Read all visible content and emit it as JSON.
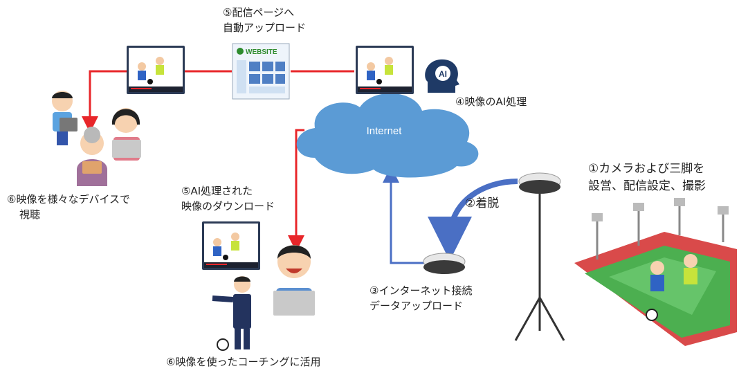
{
  "labels": {
    "step5_page_line1": "⑤配信ページへ",
    "step5_page_line2": "自動アップロード",
    "step4": "④映像のAI処理",
    "step1_line1": "①カメラおよび三脚を",
    "step1_line2": "設営、配信設定、撮影",
    "step2": "②着脱",
    "step3_line1": "③インターネット接続",
    "step3_line2": "データアップロード",
    "step5_dl_line1": "⑤AI処理された",
    "step5_dl_line2": "映像のダウンロード",
    "step6_devices_line1": "⑥映像を様々なデバイスで",
    "step6_devices_line2": "視聴",
    "step6_coaching": "⑥映像を使ったコーチングに活用"
  },
  "cloud": {
    "label": "Internet"
  },
  "website": {
    "logo_text": "WEBSITE"
  },
  "ai_badge": {
    "text": "AI"
  },
  "colors": {
    "red_line": "#e8262a",
    "blue_arrow": "#4a6fc4",
    "cloud": "#5b9bd5"
  },
  "icons": [
    "video-player-icon",
    "website-icon",
    "ai-head-icon",
    "camera-icon",
    "tripod-icon",
    "stadium-icon",
    "soccer-ball-icon",
    "person-icon",
    "tablet-icon"
  ]
}
